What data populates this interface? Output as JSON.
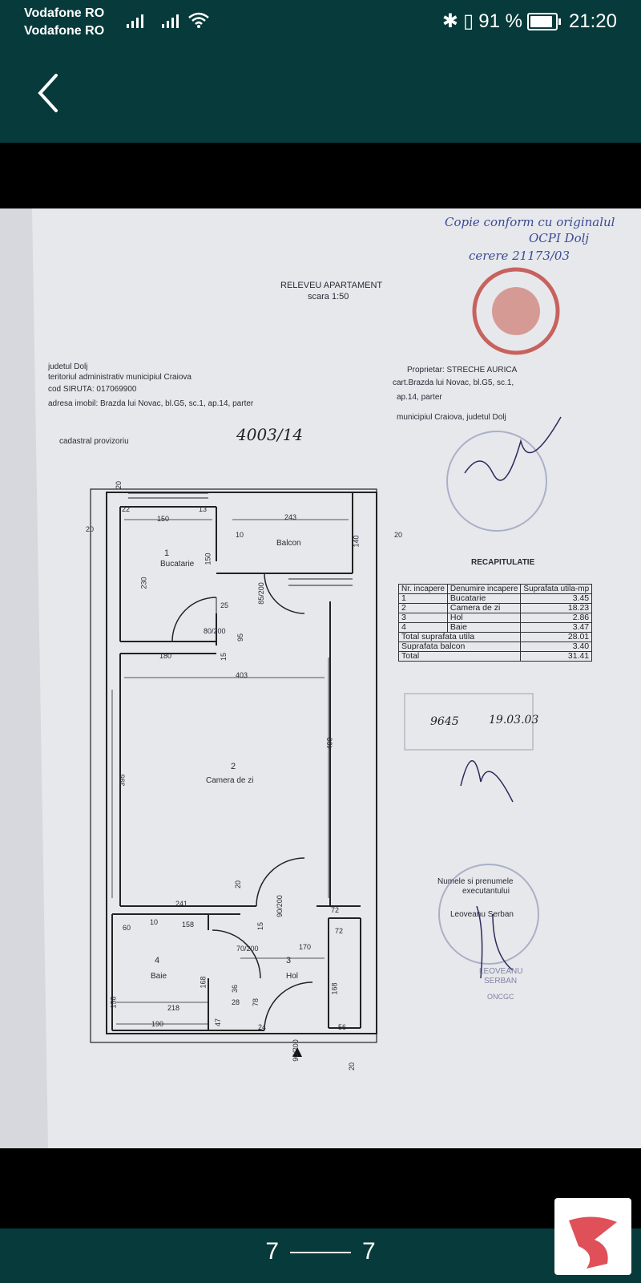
{
  "status_bar": {
    "carrier_1": "Vodafone RO",
    "carrier_2": "Vodafone RO",
    "battery": "91 %",
    "battery_level": 0.91,
    "time": "21:20"
  },
  "viewer": {
    "page_current": "7",
    "page_total": "7"
  },
  "document": {
    "title": "RELEVEU APARTAMENT",
    "scale": "scara 1:50",
    "left_info": [
      "judetul Dolj",
      "teritoriul administrativ municipiul Craiova",
      "cod SIRUTA: 017069900",
      "adresa imobil: Brazda lui Novac, bl.G5, sc.1, ap.14, parter"
    ],
    "cadastral_label": "cadastral provizoriu",
    "cadastral_value": "4003/14",
    "owner": [
      "Proprietar: STRECHE AURICA",
      "cart.Brazda lui Novac, bl.G5, sc.1,",
      "ap.14, parter",
      "municipiul Craiova, judetul Dolj"
    ],
    "handwritten_note": [
      "Copie conform cu originalul",
      "OCPI Dolj",
      "cerere 21173/03"
    ],
    "recap": {
      "title": "RECAPITULATIE",
      "headers": [
        "Nr. incapere",
        "Denumire incapere",
        "Suprafata utila-mp"
      ],
      "rows": [
        [
          "1",
          "Bucatarie",
          "3.45"
        ],
        [
          "2",
          "Camera de zi",
          "18.23"
        ],
        [
          "3",
          "Hol",
          "2.86"
        ],
        [
          "4",
          "Baie",
          "3.47"
        ]
      ],
      "total_util_label": "Total suprafata utila",
      "total_util": "28.01",
      "balcon_label": "Suprafata balcon",
      "balcon": "3.40",
      "total_label": "Total",
      "total": "31.41"
    },
    "stamp_handwriting": [
      "9645",
      "19.03.03"
    ],
    "executant_label": [
      "Numele si prenumele",
      "executantului"
    ],
    "executant_name": "Leoveanu Serban",
    "stamp_text": [
      "LEOVEANU",
      "SERBAN",
      "ONCGC"
    ],
    "rooms": [
      {
        "num": "1",
        "name": "Bucatarie"
      },
      {
        "num": "2",
        "name": "Camera de zi"
      },
      {
        "num": "3",
        "name": "Hol"
      },
      {
        "num": "4",
        "name": "Baie"
      }
    ],
    "balcon_label": "Balcon",
    "dimensions": [
      "20",
      "22",
      "150",
      "13",
      "243",
      "10",
      "140",
      "20",
      "20",
      "230",
      "150",
      "85/200",
      "25",
      "80/200",
      "95",
      "15",
      "180",
      "403",
      "395",
      "490",
      "241",
      "20",
      "90/200",
      "72",
      "10",
      "158",
      "15",
      "60",
      "70/200",
      "170",
      "72",
      "158",
      "168",
      "36",
      "28",
      "78",
      "168",
      "218",
      "47",
      "24",
      "190",
      "56",
      "90/200",
      "20"
    ]
  }
}
